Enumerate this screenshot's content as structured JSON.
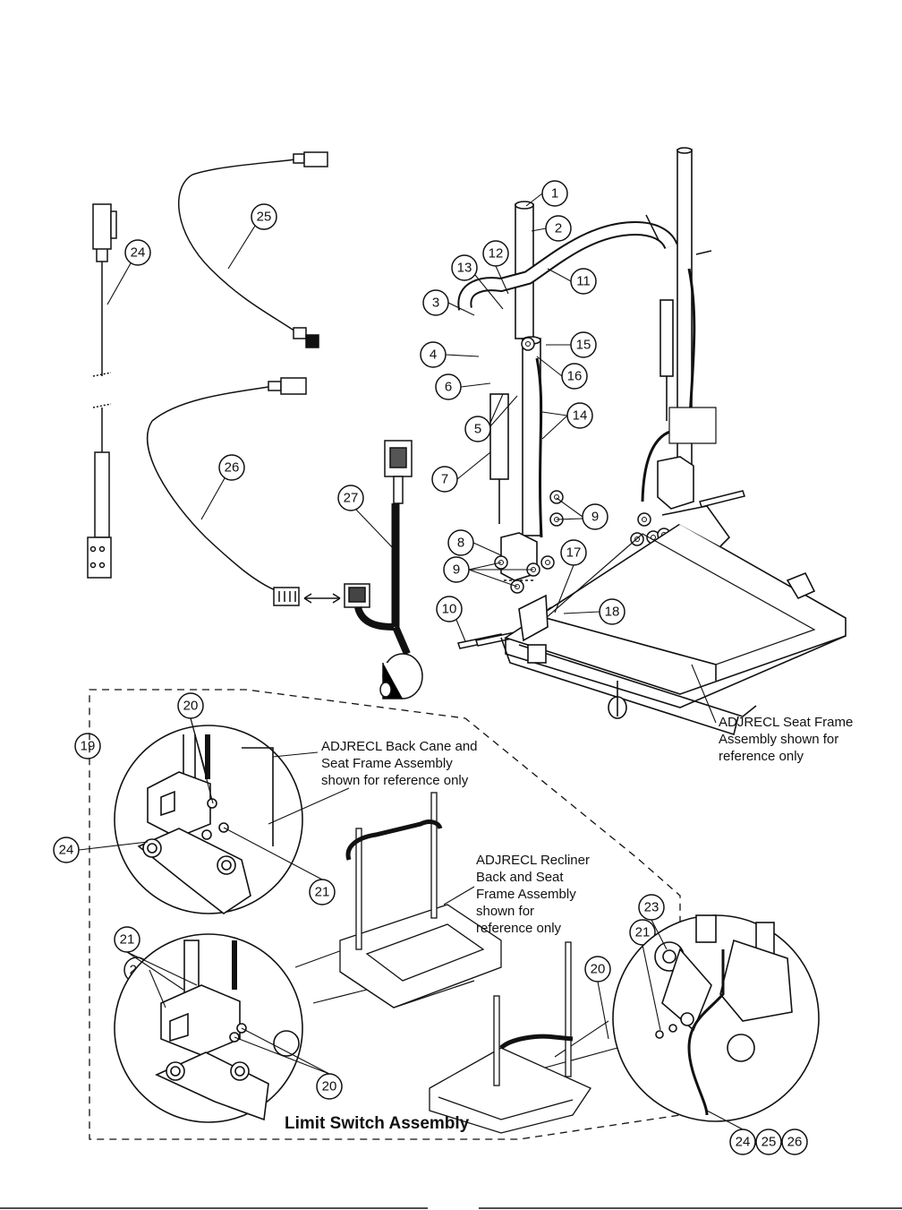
{
  "callouts": {
    "c1": "1",
    "c2": "2",
    "c3": "3",
    "c4": "4",
    "c5": "5",
    "c6": "6",
    "c7": "7",
    "c8": "8",
    "c9a": "9",
    "c9b": "9",
    "c10": "10",
    "c11": "11",
    "c12": "12",
    "c13": "13",
    "c14": "14",
    "c15": "15",
    "c16": "16",
    "c17": "17",
    "c18": "18",
    "c19": "19",
    "c20a": "20",
    "c20b": "20",
    "c20c": "20",
    "c21a": "21",
    "c21b": "21",
    "c21c": "21",
    "c22": "22",
    "c23": "23",
    "c24a": "24",
    "c24b": "24",
    "c24c": "24",
    "c25a": "25",
    "c25b": "25",
    "c26a": "26",
    "c26b": "26",
    "c27": "27"
  },
  "notes": {
    "seat_frame": [
      "ADJRECL Seat Frame",
      "Assembly shown for",
      "reference only"
    ],
    "back_cane": [
      "ADJRECL Back Cane and",
      "Seat Frame Assembly",
      "shown for reference only"
    ],
    "recliner": [
      "ADJRECL Recliner",
      "Back and Seat",
      "Frame Assembly",
      "shown for",
      "reference only"
    ]
  },
  "heading": "Limit Switch Assembly"
}
